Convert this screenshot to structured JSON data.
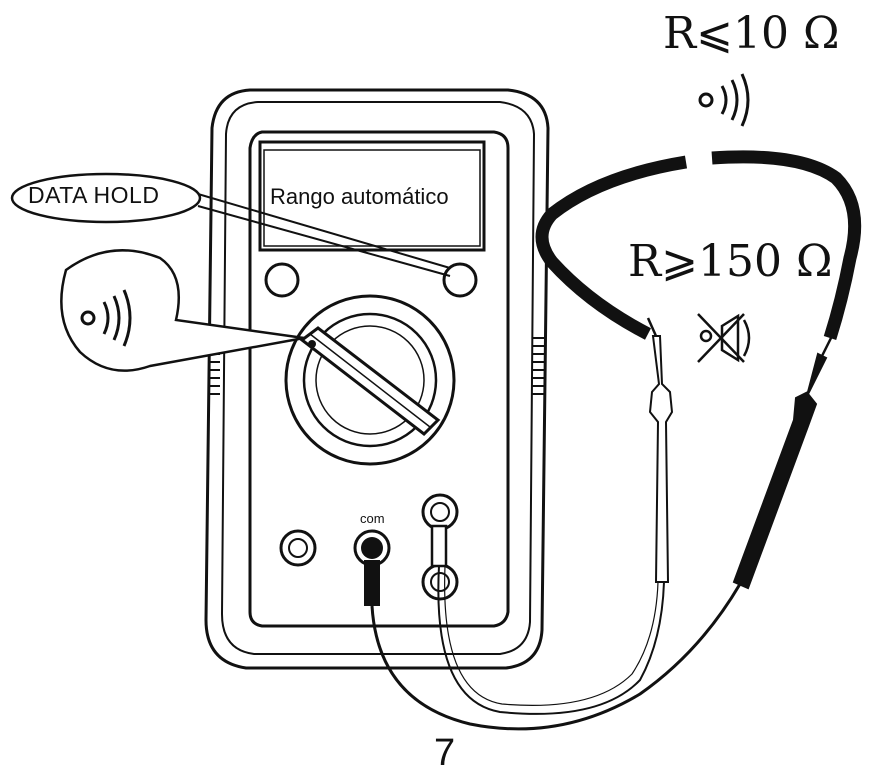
{
  "labels": {
    "continuity_low": "R⩽10 Ω",
    "continuity_high": "R⩾150 Ω",
    "display_text": "Rango automático",
    "data_hold": "DATA HOLD",
    "com_jack": "com",
    "page_number": "7"
  },
  "icons": {
    "continuity_beep": "sound-wave-icon",
    "buzzer_off": "muted-speaker-icon"
  },
  "colors": {
    "ink": "#111111",
    "background": "#ffffff"
  }
}
